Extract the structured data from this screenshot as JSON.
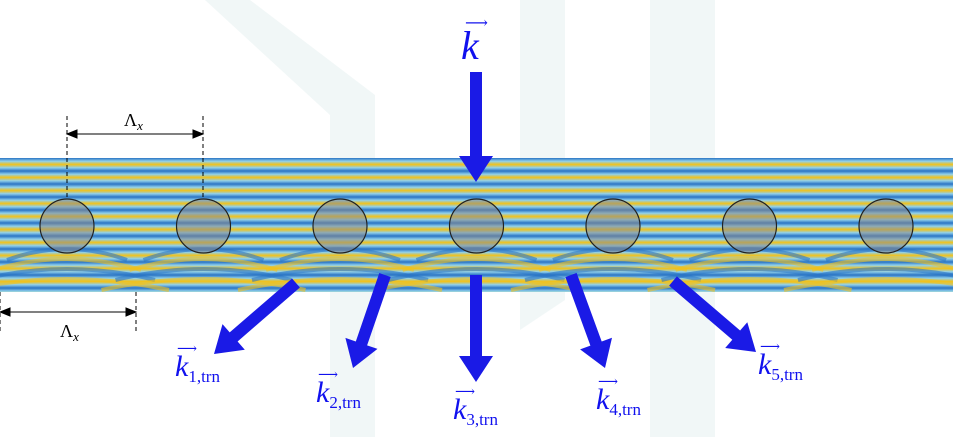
{
  "diagram": {
    "incident_label": {
      "symbol": "k",
      "subscript": ""
    },
    "period_label": {
      "symbol": "Λ",
      "subscript": "x"
    },
    "transmitted_labels": [
      {
        "symbol": "k",
        "subscript": "1,trn"
      },
      {
        "symbol": "k",
        "subscript": "2,trn"
      },
      {
        "symbol": "k",
        "subscript": "3,trn"
      },
      {
        "symbol": "k",
        "subscript": "4,trn"
      },
      {
        "symbol": "k",
        "subscript": "5,trn"
      }
    ],
    "colors": {
      "arrow": "#1a1ae6",
      "label": "#1111ee",
      "field_blue": "#2a74c4",
      "field_yellow": "#f2c21a",
      "field_light": "#8fd0ec",
      "cylinder_fill": "#8a8a8a"
    },
    "cylinder_count": 7
  }
}
